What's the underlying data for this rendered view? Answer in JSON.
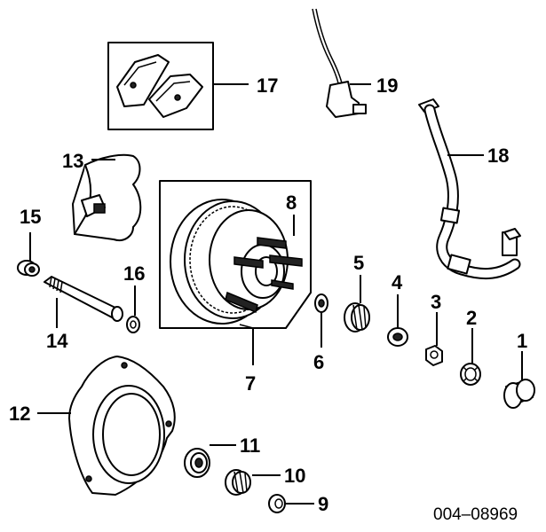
{
  "callouts": [
    "1",
    "2",
    "3",
    "4",
    "5",
    "6",
    "7",
    "8",
    "9",
    "10",
    "11",
    "12",
    "13",
    "14",
    "15",
    "16",
    "17",
    "18",
    "19"
  ],
  "diagram_code": "004–08969"
}
